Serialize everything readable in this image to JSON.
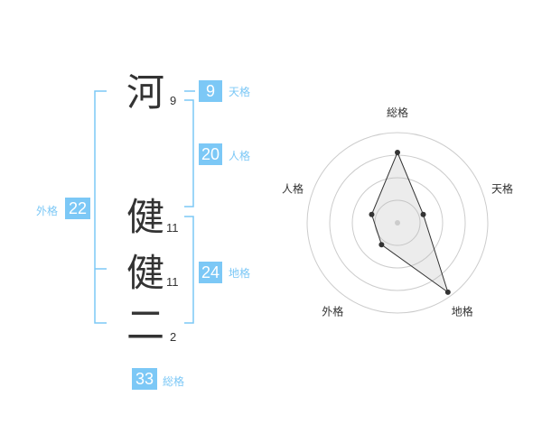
{
  "characters": [
    {
      "char": "河",
      "strokes": "9"
    },
    {
      "char": "健",
      "strokes": "11"
    },
    {
      "char": "健",
      "strokes": "11"
    },
    {
      "char": "二",
      "strokes": "2"
    }
  ],
  "fortunes": {
    "tenkaku": {
      "label": "天格",
      "value": "9"
    },
    "jinkaku": {
      "label": "人格",
      "value": "20"
    },
    "chikaku": {
      "label": "地格",
      "value": "24"
    },
    "gaikaku": {
      "label": "外格",
      "value": "22"
    },
    "soukaku": {
      "label": "総格",
      "value": "33"
    }
  },
  "colors": {
    "accent": "#7cc8f6",
    "text": "#333333",
    "grid": "#cccccc"
  },
  "chart_data": {
    "type": "radar",
    "axes": [
      "総格",
      "天格",
      "地格",
      "外格",
      "人格"
    ],
    "values": [
      0.78,
      0.3,
      0.95,
      0.3,
      0.3
    ],
    "rings": 4
  }
}
